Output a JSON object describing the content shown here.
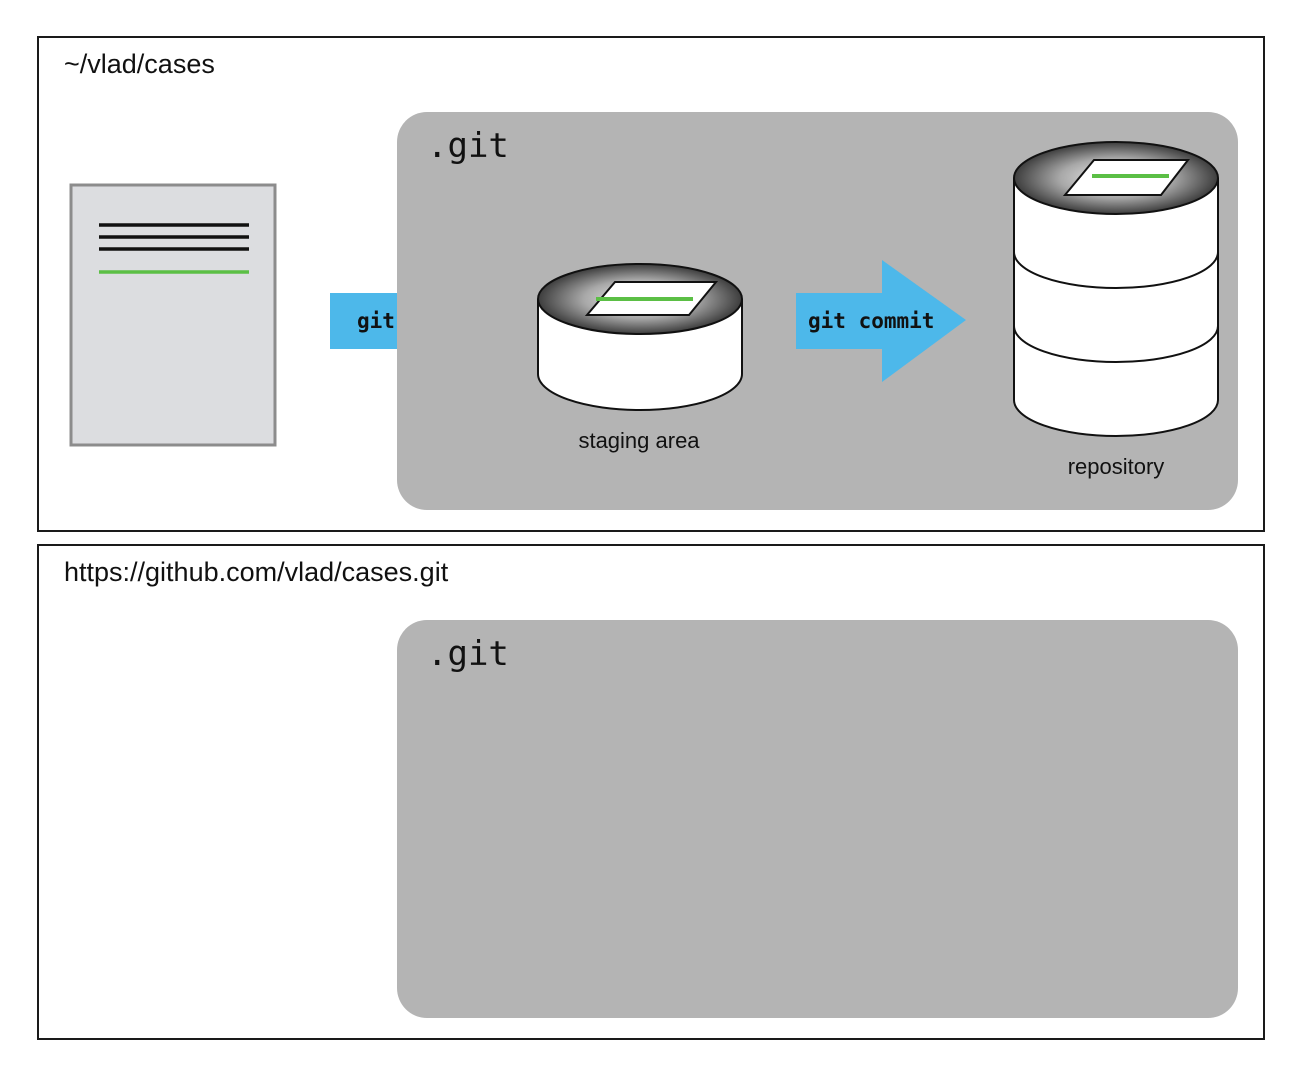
{
  "local": {
    "path": "~/vlad/cases",
    "git_dir": ".git",
    "staging_label": "staging area",
    "repository_label": "repository",
    "add_command": "git add",
    "commit_command": "git commit"
  },
  "remote": {
    "path": "https://github.com/vlad/cases.git",
    "git_dir": ".git"
  },
  "colors": {
    "arrow": "#4db8ea",
    "git_box": "#b4b4b4",
    "document": "#dcdde0",
    "change_line": "#5bbf45",
    "text_line": "#111111"
  }
}
